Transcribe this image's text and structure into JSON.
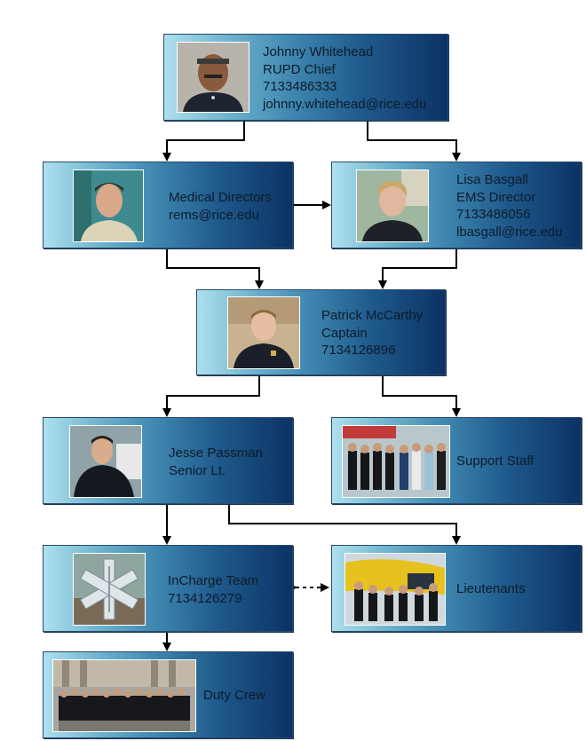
{
  "nodes": {
    "chief": {
      "lines": [
        "Johnny Whitehead",
        "RUPD Chief",
        "7133486333",
        "johnny.whitehead@rice.edu"
      ],
      "photo": "portrait-chief"
    },
    "medical": {
      "lines": [
        "Medical Directors",
        "rems@rice.edu"
      ],
      "photo": "portrait-medical-director"
    },
    "ems": {
      "lines": [
        "Lisa Basgall",
        "EMS Director",
        "7133486056",
        "lbasgall@rice.edu"
      ],
      "photo": "portrait-ems-director"
    },
    "captain": {
      "lines": [
        "Patrick McCarthy",
        "Captain",
        "7134126896"
      ],
      "photo": "portrait-captain"
    },
    "senior": {
      "lines": [
        "Jesse Passman",
        "Senior Lt."
      ],
      "photo": "portrait-senior-lt"
    },
    "support": {
      "lines": [
        "Support Staff"
      ],
      "photo": "group-photo-support-staff"
    },
    "incharge": {
      "lines": [
        "InCharge Team",
        "7134126279"
      ],
      "photo": "star-of-life-emblem"
    },
    "lieutenants": {
      "lines": [
        "Lieutenants"
      ],
      "photo": "group-photo-lieutenants-helicopter"
    },
    "duty": {
      "lines": [
        "Duty Crew"
      ],
      "photo": "group-photo-duty-crew"
    }
  },
  "edges": [
    {
      "from": "chief",
      "to": "medical",
      "style": "solid"
    },
    {
      "from": "chief",
      "to": "ems",
      "style": "solid"
    },
    {
      "from": "medical",
      "to": "ems",
      "style": "solid"
    },
    {
      "from": "medical",
      "to": "captain",
      "style": "solid"
    },
    {
      "from": "ems",
      "to": "captain",
      "style": "solid"
    },
    {
      "from": "captain",
      "to": "senior",
      "style": "solid"
    },
    {
      "from": "captain",
      "to": "support",
      "style": "solid"
    },
    {
      "from": "senior",
      "to": "incharge",
      "style": "solid"
    },
    {
      "from": "senior",
      "to": "lieutenants",
      "style": "solid"
    },
    {
      "from": "incharge",
      "to": "lieutenants",
      "style": "dashed-bidirectional"
    },
    {
      "from": "incharge",
      "to": "duty",
      "style": "solid"
    }
  ],
  "colors": {
    "box_light": "#aee0ee",
    "box_dark": "#0c3264",
    "line": "#000000",
    "text": "#0d1b2a"
  }
}
